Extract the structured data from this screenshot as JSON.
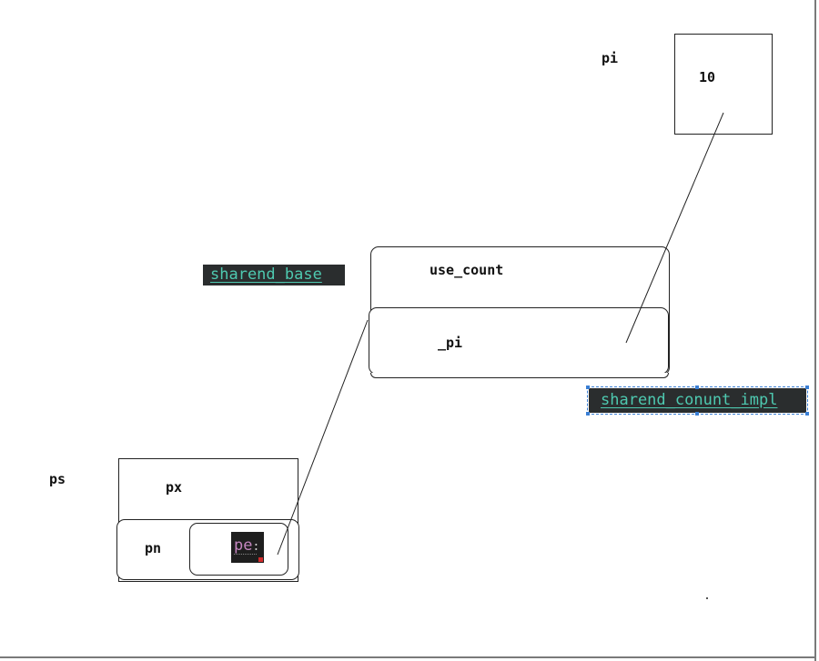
{
  "labels": {
    "pi": "pi",
    "pi_value": "10",
    "use_count": "use_count",
    "pi_field": "_pi",
    "ps": "ps",
    "px": "px",
    "pn": "pn",
    "pe": "pe"
  },
  "tags": {
    "sharend_base": "sharend_base",
    "sharend_conunt_impl": "sharend_conunt_impl"
  },
  "colors": {
    "tag_background": "#2a2d2e",
    "tag_text": "#4ec9b0",
    "pe_text": "#c586c0",
    "selection": "#3a7fd5",
    "line": "#222222"
  }
}
